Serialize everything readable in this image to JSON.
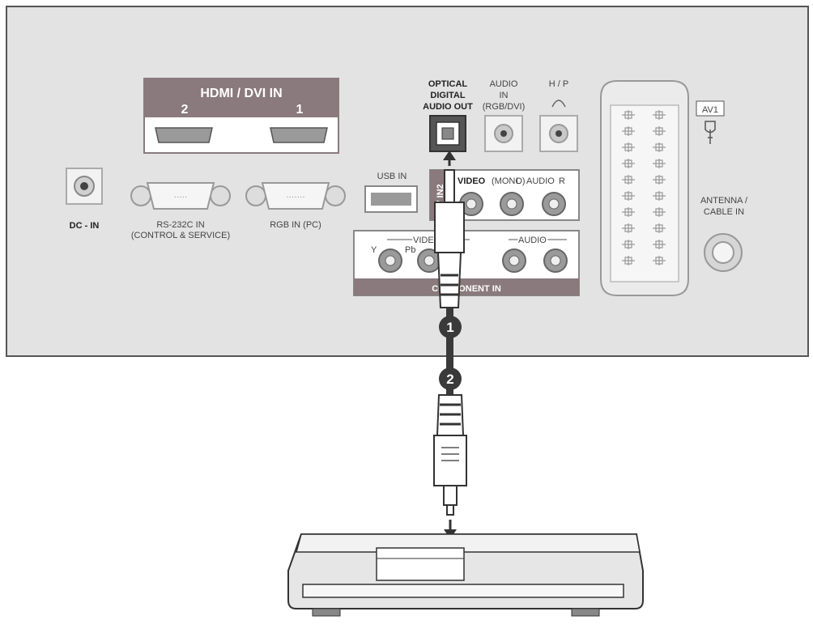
{
  "labels": {
    "hdmi_title": "HDMI / DVI IN",
    "hdmi_port_2": "2",
    "hdmi_port_1": "1",
    "optical_line1": "OPTICAL",
    "optical_line2": "DIGITAL",
    "optical_line3": "AUDIO OUT",
    "audio_in_line1": "AUDIO",
    "audio_in_line2": "IN",
    "audio_in_line3": "(RGB/DVI)",
    "hp": "H / P",
    "av1": "AV1",
    "dc_in": "DC - IN",
    "rs232_line1": "RS-232C IN",
    "rs232_line2": "(CONTROL & SERVICE)",
    "rgb_in": "RGB IN (PC)",
    "usb_in": "USB IN",
    "av_in2": "AV IN2",
    "video": "VIDEO",
    "audio_mono": "(MONO)",
    "audio_l": "L",
    "audio": "AUDIO",
    "audio_r": "R",
    "component_video": "VIDEO",
    "component_audio": "AUDIO",
    "component_y": "Y",
    "component_pb": "Pb",
    "component_in": "COMPONENT IN",
    "antenna_line1": "ANTENNA /",
    "antenna_line2": "CABLE IN"
  },
  "steps": [
    "1",
    "2"
  ],
  "colors": {
    "panel": "#e3e3e3",
    "header_band": "#8a7a7d",
    "port_grey": "#9a9a9a",
    "cable": "#3a3a3a"
  },
  "icons": [
    "headphone-icon",
    "antenna-icon",
    "arrow-up-icon",
    "arrow-down-icon",
    "optical-port-icon"
  ]
}
